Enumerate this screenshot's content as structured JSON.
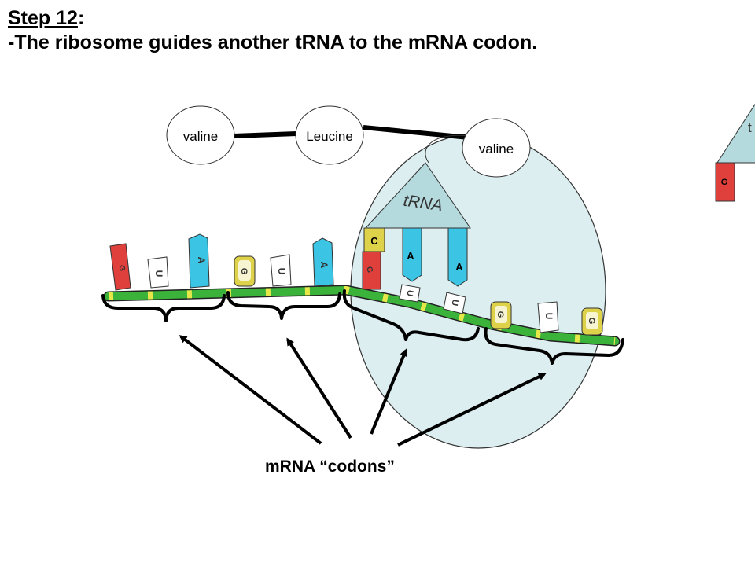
{
  "heading": {
    "step": "Step 12",
    "colon": ":",
    "text": "-The ribosome guides another tRNA to the mRNA codon."
  },
  "amino_acids": [
    "valine",
    "Leucine",
    "valine"
  ],
  "trna_label": "tRNA",
  "partial_trna_label": "t",
  "anticodon_bases": [
    "C",
    "A",
    "A"
  ],
  "incoming_base": "G",
  "codon_bases": [
    "G",
    "U",
    "A",
    "G",
    "U",
    "A",
    "G",
    "U",
    "U",
    "G",
    "U",
    "G"
  ],
  "caption": "mRNA “codons”",
  "colors": {
    "ribosome": "#dceef0",
    "trna_body": "#b4dade",
    "base_G": "#e0403c",
    "base_U": "#ffffff",
    "base_A": "#3cc4e4",
    "base_C": "#ddd24a",
    "mrna_strand": "#3bb33b"
  }
}
